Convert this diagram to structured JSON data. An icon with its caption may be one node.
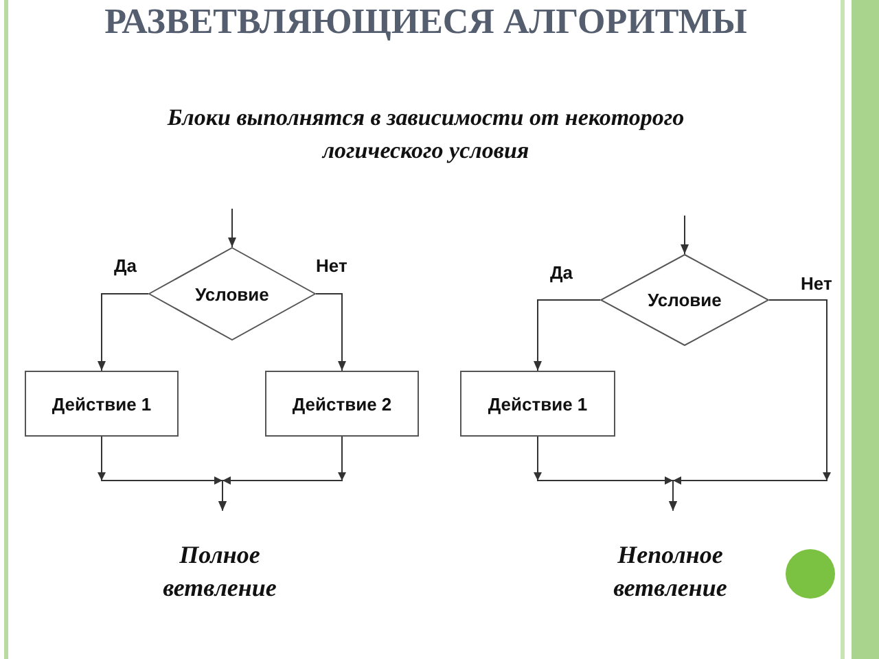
{
  "diagram": {
    "title": "РАЗВЕТВЛЯЮЩИЕСЯ АЛГОРИТМЫ",
    "nodes": [
      {
        "text": [
          "Условие"
        ]
      },
      {
        "text": [
          "Действие 1"
        ]
      },
      {
        "text": [
          "Действие 2"
        ]
      },
      {
        "text": [
          "Условие"
        ]
      },
      {
        "text": [
          "Действие 1"
        ]
      }
    ],
    "edges": [
      {
        "from": null,
        "to": 0,
        "arrow": "to"
      },
      {
        "from": 0,
        "to": 1,
        "arrow": "to",
        "label": "Да"
      },
      {
        "from": 0,
        "to": 2,
        "arrow": "to",
        "label": "Нет"
      },
      {
        "from": 1,
        "to": null,
        "arrow": "to"
      },
      {
        "from": 2,
        "to": null,
        "arrow": "to"
      },
      {
        "from": null,
        "to": 3,
        "arrow": "to"
      },
      {
        "from": 3,
        "to": 4,
        "arrow": "to",
        "label": "Да"
      },
      {
        "from": 3,
        "to": null,
        "arrow": "to",
        "label": "Нет"
      },
      {
        "from": 4,
        "to": null,
        "arrow": "to"
      }
    ],
    "labels": [
      "Блоки выполнятся в зависимости от некоторого логического условия",
      "Полное ветвление",
      "Неполное ветвление"
    ]
  }
}
